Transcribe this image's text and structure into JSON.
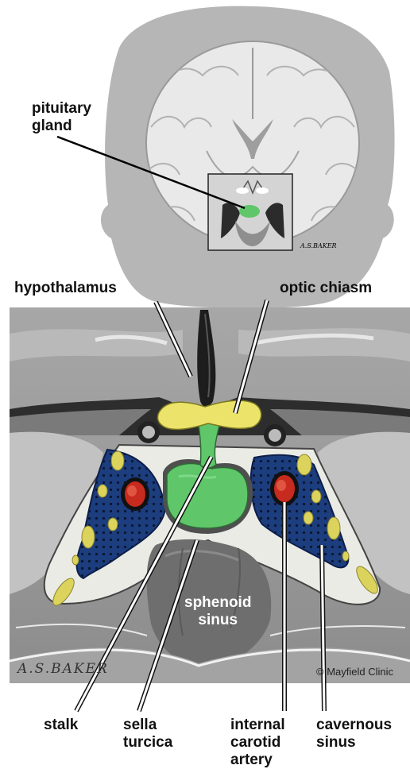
{
  "labels": {
    "pituitary_gland": "pituitary\ngland",
    "hypothalamus": "hypothalamus",
    "optic_chiasm": "optic chiasm",
    "sphenoid_sinus": "sphenoid\nsinus",
    "stalk": "stalk",
    "sella_turcica": "sella\nturcica",
    "internal_carotid_artery": "internal\ncarotid\nartery",
    "cavernous_sinus": "cavernous\nsinus"
  },
  "credit": "© Mayfield Clinic",
  "signature": "A.S.BAKER",
  "colors": {
    "gland": "#5fc66a",
    "chiasm": "#ece46a",
    "sinus_blue": "#1c3d7e",
    "artery_red": "#c72a1e",
    "fat_yellow": "#dcd35c",
    "head_gray": "#b6b6b6",
    "panel_gray": "#9e9e9e"
  }
}
